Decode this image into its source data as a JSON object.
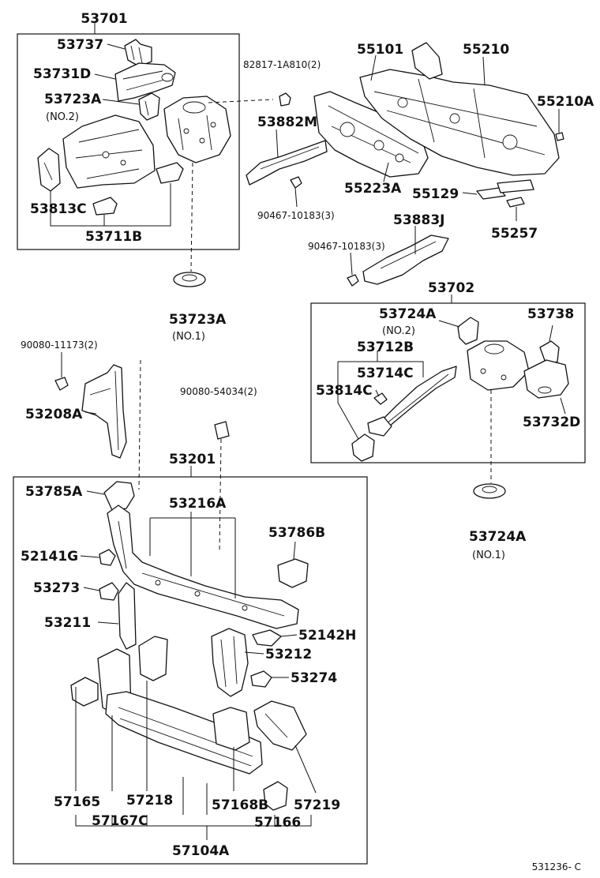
{
  "labels": {
    "p53701": "53701",
    "p53737": "53737",
    "p53731d": "53731D",
    "p53723a_no2": "53723A",
    "no2_a": "(NO.2)",
    "p53813c": "53813C",
    "p53711b": "53711B",
    "p53723a_no1": "53723A",
    "no1_a": "(NO.1)",
    "p82817": "82817-1A810(2)",
    "p53882m": "53882M",
    "p90467_a": "90467-10183(3)",
    "p55101": "55101",
    "p55210": "55210",
    "p55210a": "55210A",
    "p55223a": "55223A",
    "p55129": "55129",
    "p55257": "55257",
    "p53883j": "53883J",
    "p90467_b": "90467-10183(3)",
    "p53702": "53702",
    "p53724a_no2": "53724A",
    "no2_b": "(NO.2)",
    "p53738": "53738",
    "p53712b": "53712B",
    "p53714c": "53714C",
    "p53814c": "53814C",
    "p53732d": "53732D",
    "p53724a_no1": "53724A",
    "no1_b": "(NO.1)",
    "p90080_11173": "90080-11173(2)",
    "p53208a": "53208A",
    "p90080_54034": "90080-54034(2)",
    "p53201": "53201",
    "p53785a": "53785A",
    "p53216a": "53216A",
    "p53786b": "53786B",
    "p52141g": "52141G",
    "p53273": "53273",
    "p53211": "53211",
    "p52142h": "52142H",
    "p53212": "53212",
    "p53274": "53274",
    "p57165": "57165",
    "p57218": "57218",
    "p57168b": "57168B",
    "p57219": "57219",
    "p57167c": "57167C",
    "p57166": "57166",
    "p57104a": "57104A"
  },
  "footer": {
    "illustration_code": "531236- C"
  }
}
